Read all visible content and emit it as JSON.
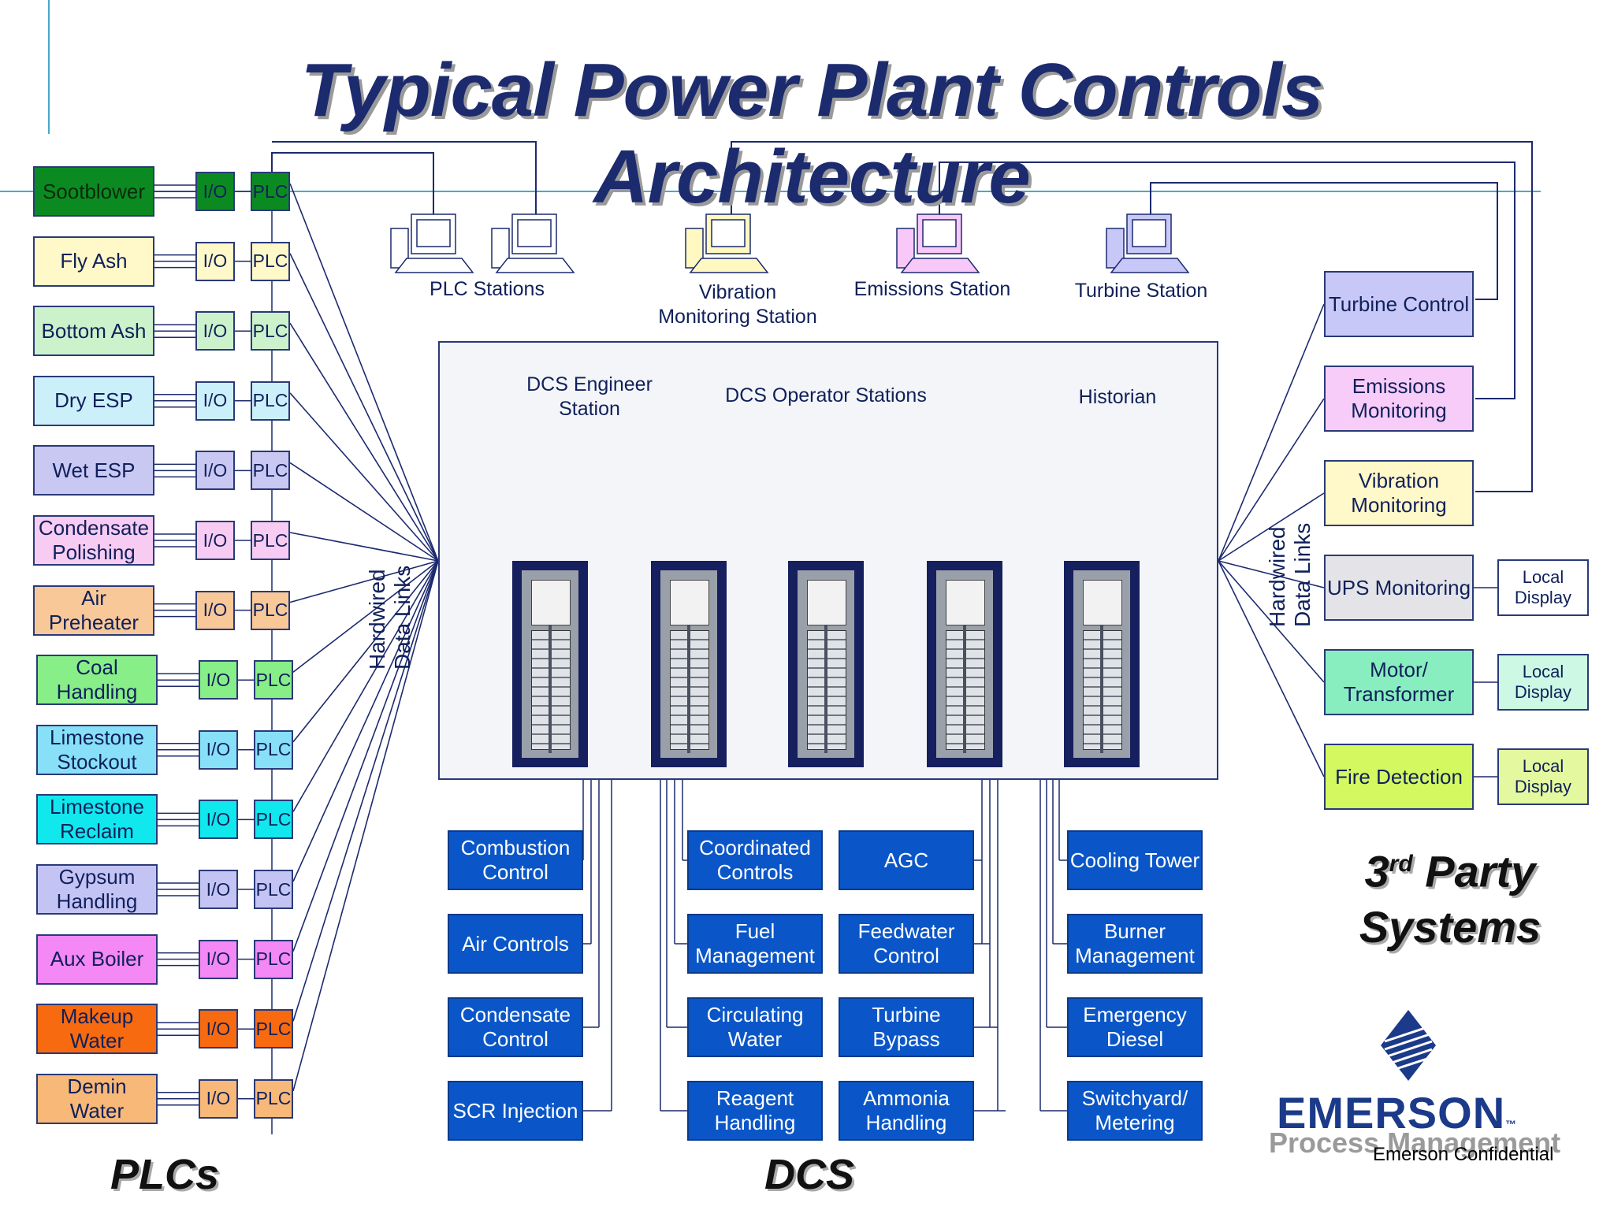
{
  "title": "Typical Power Plant Controls Architecture",
  "plcs": [
    {
      "label": "Sootblower",
      "color": "#0c8a22",
      "text_color": "#0a2a0a",
      "io": "I/O",
      "plc": "PLC"
    },
    {
      "label": "Fly Ash",
      "color": "#fff8c8",
      "text_color": "#10205a",
      "io": "I/O",
      "plc": "PLC"
    },
    {
      "label": "Bottom Ash",
      "color": "#ccf2cc",
      "text_color": "#10205a",
      "io": "I/O",
      "plc": "PLC"
    },
    {
      "label": "Dry ESP",
      "color": "#ccf0fa",
      "text_color": "#10205a",
      "io": "I/O",
      "plc": "PLC"
    },
    {
      "label": "Wet ESP",
      "color": "#c8c8f2",
      "text_color": "#10205a",
      "io": "I/O",
      "plc": "PLC"
    },
    {
      "label": "Condensate Polishing",
      "color": "#f8ccf2",
      "text_color": "#10205a",
      "io": "I/O",
      "plc": "PLC"
    },
    {
      "label": "Air Preheater",
      "color": "#f8c898",
      "text_color": "#10205a",
      "io": "I/O",
      "plc": "PLC"
    },
    {
      "label": "Coal Handling",
      "color": "#88ee88",
      "text_color": "#10205a",
      "io": "I/O",
      "plc": "PLC"
    },
    {
      "label": "Limestone Stockout",
      "color": "#88e0f8",
      "text_color": "#10205a",
      "io": "I/O",
      "plc": "PLC"
    },
    {
      "label": "Limestone Reclaim",
      "color": "#10e8ee",
      "text_color": "#10205a",
      "io": "I/O",
      "plc": "PLC"
    },
    {
      "label": "Gypsum Handling",
      "color": "#c4c4f4",
      "text_color": "#10205a",
      "io": "I/O",
      "plc": "PLC"
    },
    {
      "label": "Aux Boiler",
      "color": "#f488f4",
      "text_color": "#10205a",
      "io": "I/O",
      "plc": "PLC"
    },
    {
      "label": "Makeup Water",
      "color": "#f86a10",
      "text_color": "#10205a",
      "io": "I/O",
      "plc": "PLC"
    },
    {
      "label": "Demin Water",
      "color": "#f8b878",
      "text_color": "#10205a",
      "io": "I/O",
      "plc": "PLC"
    }
  ],
  "left_link_label": [
    "Hardwired",
    "Data Links"
  ],
  "right_link_label": [
    "Hardwired",
    "Data Links"
  ],
  "stations": {
    "plc": "PLC Stations",
    "vibration": "Vibration Monitoring Station",
    "emissions": "Emissions Station",
    "turbine": "Turbine Station"
  },
  "dcs_panel": {
    "engineer": "DCS Engineer Station",
    "operator": "DCS Operator Stations",
    "historian": "Historian"
  },
  "third_party": [
    {
      "label": "Turbine Control",
      "color": "#c8c8f8"
    },
    {
      "label": "Emissions Monitoring",
      "color": "#f8ccf8"
    },
    {
      "label": "Vibration Monitoring",
      "color": "#fff8c8"
    },
    {
      "label": "UPS Monitoring",
      "color": "#e4e4e8",
      "display": "Local Display",
      "display_color": "#ffffff"
    },
    {
      "label": "Motor/ Transformer",
      "color": "#88eec0",
      "display": "Local Display",
      "display_color": "#ccf8e4"
    },
    {
      "label": "Fire Detection",
      "color": "#d4f860",
      "display": "Local Display",
      "display_color": "#e4f8a0"
    }
  ],
  "dcs_functions": {
    "col1": [
      "Combustion Control",
      "Air Controls",
      "Condensate Control",
      "SCR Injection"
    ],
    "col2": [
      "Coordinated Controls",
      "Fuel Management",
      "Circulating Water",
      "Reagent Handling"
    ],
    "col3": [
      "AGC",
      "Feedwater Control",
      "Turbine Bypass",
      "Ammonia Handling"
    ],
    "col4": [
      "Cooling Tower",
      "Burner Management",
      "Emergency Diesel",
      "Switchyard/ Metering"
    ]
  },
  "bottom_labels": {
    "plcs": "PLCs",
    "dcs": "DCS"
  },
  "third_party_title": {
    "line1_num": "3",
    "line1_sup": "rd",
    "line1_rest": " Party",
    "line2": "Systems"
  },
  "brand": {
    "name": "EMERSON",
    "tm": "™",
    "sub": "Process Management",
    "confidential": "Emerson Confidential"
  }
}
